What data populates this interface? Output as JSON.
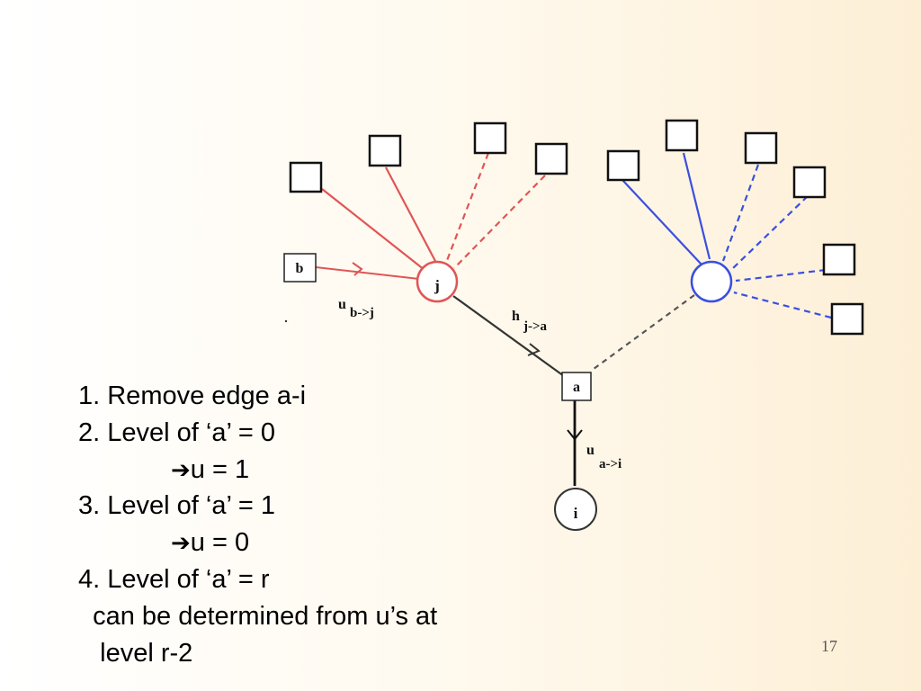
{
  "diagram": {
    "node_labels": {
      "b": "b",
      "j": "j",
      "a": "a",
      "i": "i"
    },
    "edge_labels": {
      "u_b_j": {
        "main": "u",
        "sub": "b->j"
      },
      "h_j_a": {
        "main": "h",
        "sub": "j->a"
      },
      "u_a_i": {
        "main": "u",
        "sub": "a->i"
      }
    },
    "colors": {
      "left_cluster": "#e05555",
      "right_cluster": "#3a4fe0",
      "main_path": "#222222"
    }
  },
  "steps": [
    {
      "text": "1. Remove edge a-i"
    },
    {
      "text": "2. Level of ‘a’ = 0"
    },
    {
      "arrow": "➔",
      "text": "u = 1"
    },
    {
      "text": "3. Level of ‘a’ = 1"
    },
    {
      "arrow": "➔",
      "text": "u = 0"
    },
    {
      "text": "4. Level of ‘a’ = r"
    },
    {
      "text": "  can be determined from u’s at"
    },
    {
      "text": "   level r-2"
    }
  ],
  "slide_number": "17"
}
